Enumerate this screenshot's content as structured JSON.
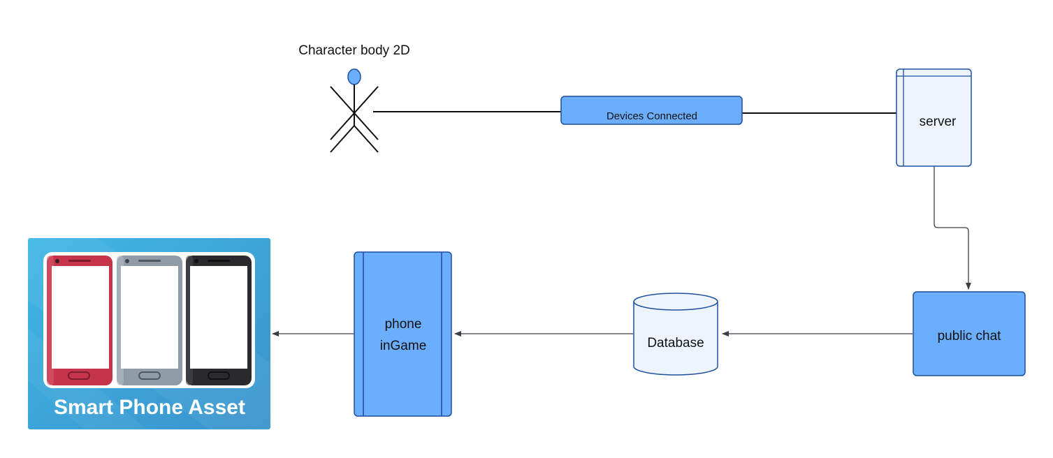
{
  "actor": {
    "label": "Character body 2D",
    "icon": "stick-figure-actor-icon"
  },
  "nodes": {
    "devices_connected": "Devices Connected",
    "server": "server",
    "public_chat": "public chat",
    "database": "Database",
    "phone_line1": "phone",
    "phone_line2": "inGame",
    "asset_caption": "Smart Phone Asset"
  },
  "colors": {
    "node_fill": "#6aaefd",
    "node_stroke": "#1e4fa0",
    "light_fill": "#edf4fe",
    "edge": "#3a3f47",
    "asset_bg": "#3e9bd2",
    "phone_red": "#c6344a",
    "phone_silver": "#8f9ca6",
    "phone_black": "#2a2a2c"
  }
}
